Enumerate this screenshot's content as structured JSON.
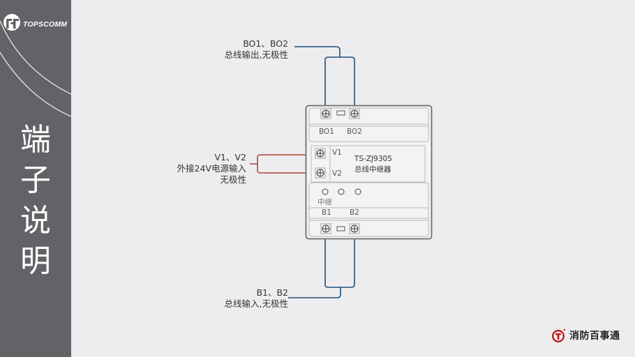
{
  "sidebar": {
    "logo_text": "TOPSCOMM",
    "title_chars": [
      "端",
      "子",
      "说",
      "明"
    ]
  },
  "labels": {
    "bo": {
      "line1": "BO1、BO2",
      "line2": "总线输出,无极性"
    },
    "v": {
      "line1": "V1、V2",
      "line2": "外接24V电源输入",
      "line3": "无极性"
    },
    "b": {
      "line1": "B1、B2",
      "line2": "总线输入,无极性"
    }
  },
  "device": {
    "model": "TS-ZJ9305",
    "name": "总线中继器",
    "terminal_bo1": "BO1",
    "terminal_bo2": "BO2",
    "terminal_v1": "V1",
    "terminal_v2": "V2",
    "terminal_b1": "B1",
    "terminal_b2": "B2",
    "indicator_label": "中继"
  },
  "brand": {
    "name": "消防百事通"
  },
  "colors": {
    "bus_line": "#1f4e79",
    "power_line": "#b5403f",
    "sidebar": "#626366",
    "background": "#ededef"
  }
}
